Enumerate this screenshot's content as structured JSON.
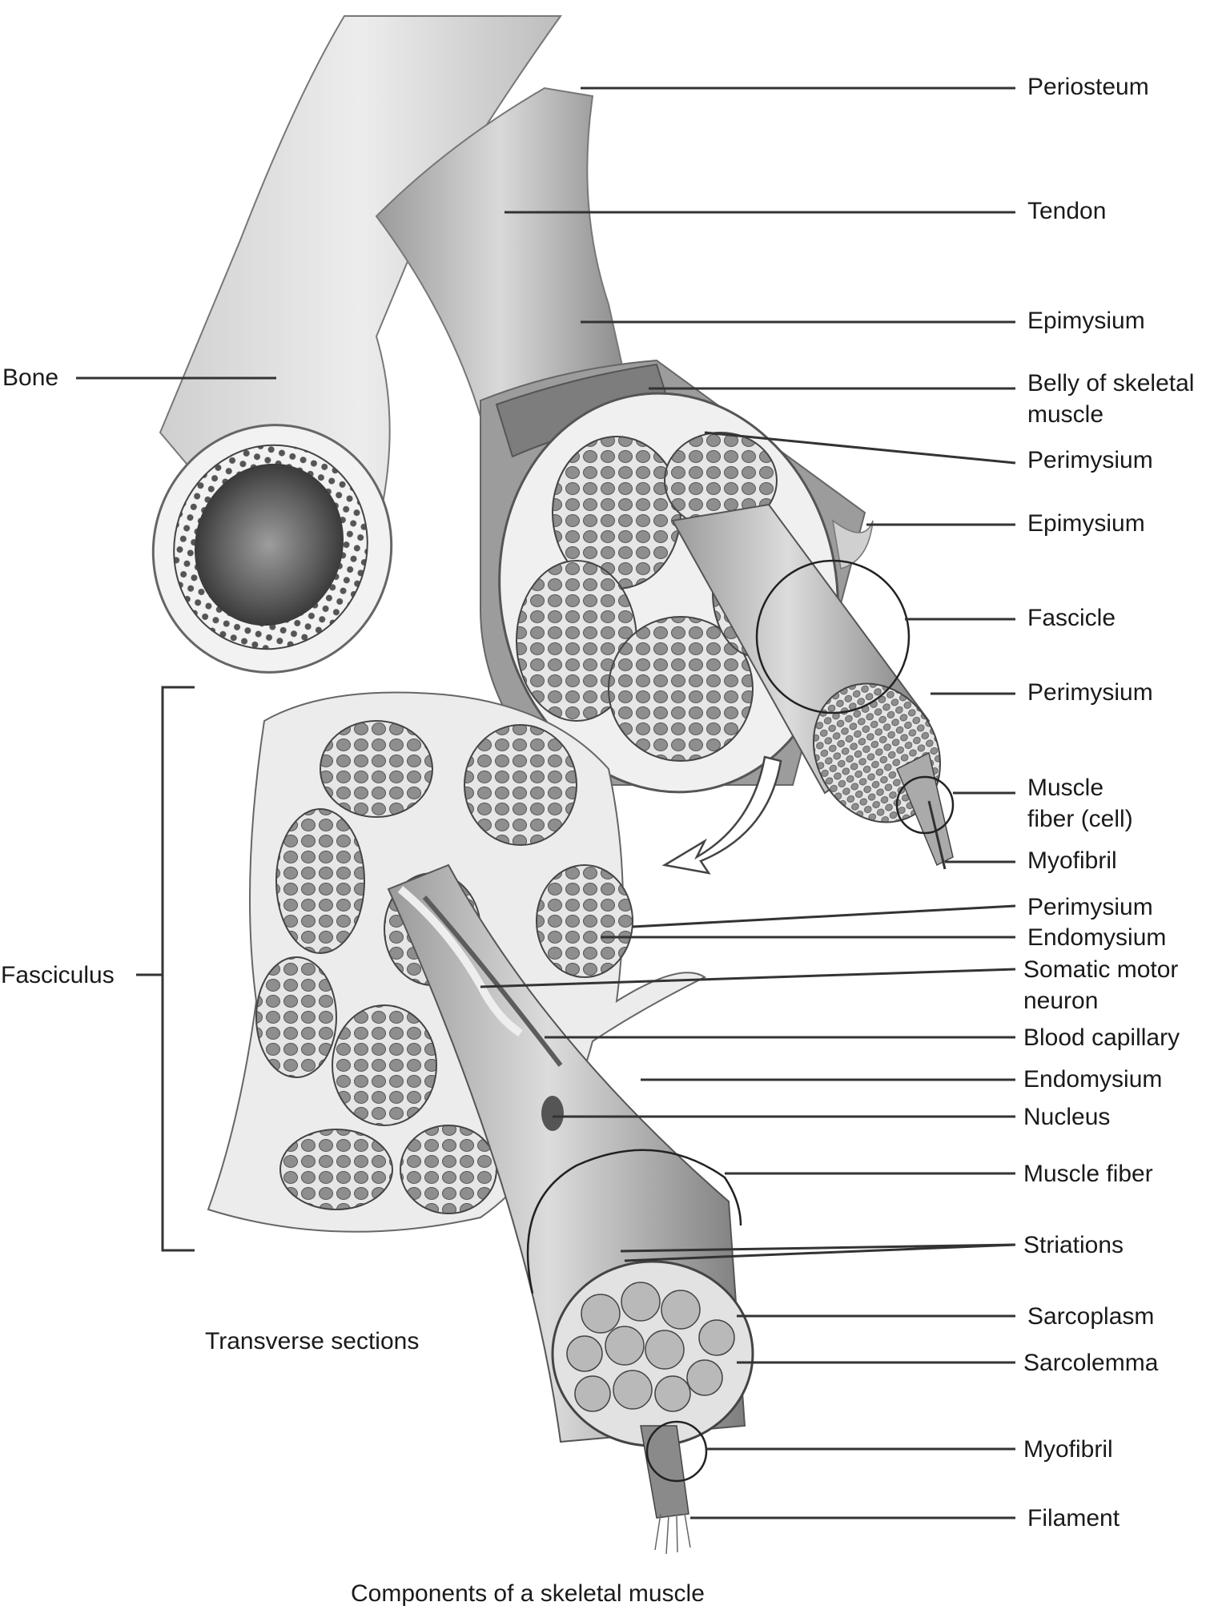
{
  "labels": {
    "periosteum": "Periosteum",
    "tendon": "Tendon",
    "epimysium_1": "Epimysium",
    "belly_line1": "Belly of skeletal",
    "belly_line2": "muscle",
    "perimysium_1": "Perimysium",
    "epimysium_2": "Epimysium",
    "fascicle": "Fascicle",
    "perimysium_2": "Perimysium",
    "muscle_fiber_cell_line1": "Muscle",
    "muscle_fiber_cell_line2": "fiber (cell)",
    "myofibril_1": "Myofibril",
    "perimysium_3": "Perimysium",
    "endomysium_1": "Endomysium",
    "somatic_line1": "Somatic motor",
    "somatic_line2": "neuron",
    "blood_capillary": "Blood capillary",
    "endomysium_2": "Endomysium",
    "nucleus": "Nucleus",
    "muscle_fiber": "Muscle fiber",
    "striations": "Striations",
    "sarcoplasm": "Sarcoplasm",
    "sarcolemma": "Sarcolemma",
    "myofibril_2": "Myofibril",
    "filament": "Filament",
    "bone": "Bone",
    "fasciculus": "Fasciculus"
  },
  "captions": {
    "transverse": "Transverse sections",
    "title": "Components of a skeletal muscle"
  },
  "colors": {
    "line": "#333333",
    "bone_light": "#e2e2e2",
    "muscle_dark": "#8a8a8a",
    "cell_fill": "#8f8f8f",
    "fascicle_fill": "#d6d6d6"
  }
}
